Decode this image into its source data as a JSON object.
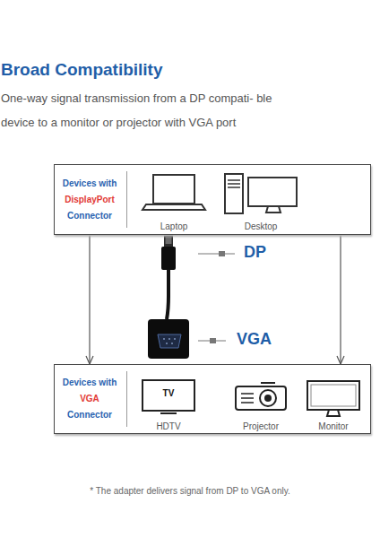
{
  "diagram": {
    "title": "Broad Compatibility",
    "caption": "* The adapter delivers signal from DP to VGA only.",
    "nodes": [
      {
        "text": [
          "Devices with",
          "DisplayPort",
          "Connector"
        ]
      },
      {
        "text": [
          "Laptop"
        ],
        "in": 0
      },
      {
        "text": [
          "Desktop"
        ],
        "in": 0
      },
      {
        "text": [
          "Devices with",
          "VGA",
          "Connector"
        ]
      },
      {
        "text": [
          "TV",
          "HDTV"
        ],
        "in": 3
      },
      {
        "text": [
          "Projector"
        ],
        "in": 3
      },
      {
        "text": [
          "Monitor"
        ],
        "in": 3
      }
    ],
    "edges": [
      {
        "from": 0,
        "to": 3,
        "arrow": "to"
      },
      {
        "from": 0,
        "to": 3,
        "arrow": "to"
      }
    ],
    "labels": [
      "One-way signal transmission from a DP compati- ble device to a monitor or projector with VGA port",
      "DP",
      "VGA"
    ]
  }
}
